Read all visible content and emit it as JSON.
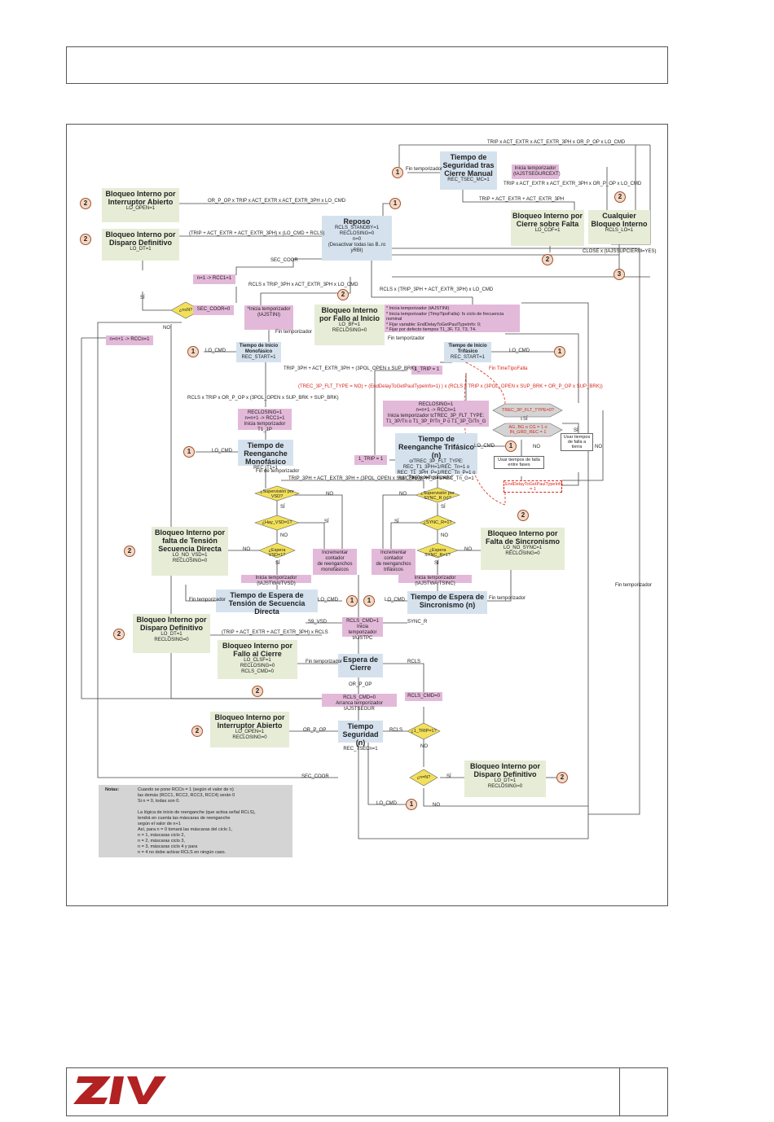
{
  "colors": {
    "green": "#e6ecd6",
    "blue": "#d5e2ee",
    "pink": "#e3b9d9",
    "grey": "#d4d4d4",
    "circle": "#f3d7c4",
    "red": "#d9261c"
  },
  "nodes": {
    "tsec_mc": {
      "title": "Tiempo de Seguridad tras Cierre Manual",
      "lines": [
        "REC_TSEC_MC=1"
      ]
    },
    "ini_tsec": {
      "lines": [
        "Inicia temporizador (tAJSTSEGURCEXT)"
      ]
    },
    "bl_int_abierto": {
      "title": "Bloqueo Interno por Interruptor Abierto",
      "lines": [
        "LO_OPEN=1"
      ]
    },
    "bl_disp_def_1": {
      "title": "Bloqueo Interno por Disparo Definitivo",
      "lines": [
        "LO_DT=1"
      ]
    },
    "reposo": {
      "title": "Reposo",
      "lines": [
        "RCLS_STANDBY=1",
        "RECLOSING=0",
        "n=0",
        "(Desactivar todas las B..ro yRBI)"
      ]
    },
    "bl_cierre_falta": {
      "title": "Bloqueo Interno por Cierre sobre Falta",
      "lines": [
        "LO_COF=1"
      ]
    },
    "cualquier_bloqueo": {
      "title": "Cualquier Bloqueo Interno",
      "lines": [
        "RCLS_LO=1"
      ]
    },
    "n1_rcc1": {
      "lines": [
        "n=1 -> RCC1=1"
      ]
    },
    "sec_coor_box": {
      "lines": [
        "SEC_COOR=0"
      ]
    },
    "ini_temp_mono": {
      "lines": [
        "*Inicia temporizador",
        "(tAJSTINI)"
      ]
    },
    "bl_fallo_inicio": {
      "title": "Bloqueo Interno por Fallo al Inicio",
      "lines": [
        "LO_BF=1",
        "RECLOSING=0"
      ]
    },
    "notes_tri": {
      "lines": [
        "* Inicia temporizador (tAJSTINI)",
        "* Inicia temporizador (TimpTipoFalla): fs ciclo de frecuencia nominal",
        "* Fijar variable: EndDelayToGetPaulTypeInfo: 0;",
        "* Fijar por defecto tiempos T1_3F, T2, T3, T4."
      ]
    },
    "nn1_rccn": {
      "lines": [
        "n=n+1 -> RCCn=1"
      ]
    },
    "t_ini_mono": {
      "title": "Tiempo de Inicio Monofásico",
      "lines": [
        "REC_START=1"
      ]
    },
    "t_ini_tri": {
      "title": "Tiempo de Inicio Trifásico",
      "lines": [
        "REC_START=1"
      ]
    },
    "one_trip_a": {
      "lines": [
        "1_TRIP = 1"
      ]
    },
    "reclosing_mono": {
      "lines": [
        "RECLOSING=1",
        "n=n+1 -> RCC1=1",
        "Inicia temporizador T1_1P"
      ]
    },
    "t_reeng_mono": {
      "title": "Tiempo de Reenganche Monofásico",
      "lines": [
        "REC_T1=1"
      ]
    },
    "reclosing_tri": {
      "lines": [
        "RECLOSING=1",
        "n=n+1 -> RCCn=1",
        "Inicia temporizador tcTREC_3P_FLT_TYPE:",
        "T1_3P/Tn o T1_3P_P/Tn_P o T1_3P_G/Tn_G"
      ]
    },
    "t_reeng_tri": {
      "title": "Tiempo de Reenganche Trifásico (n)",
      "lines": [
        "o/TREC_3P_FLT_TYPE:",
        "REC_T1_3PH=1/REC_Tn=1 o",
        "REC_T1_3PH_P=1/REC_Tn_P=1 o",
        "REC_T1_3PH_G=1/REC_Tn_G=1"
      ]
    },
    "one_trip_b": {
      "lines": [
        "1_TRIP = 1"
      ]
    },
    "bl_tension": {
      "title": "Bloqueo Interno por falta de Tensión Secuencia Directa",
      "lines": [
        "LO_NO_VSD=1",
        "RECLOSING=0"
      ]
    },
    "bl_sinc": {
      "title": "Bloqueo Interno por Falta de Sincronismo",
      "lines": [
        "LO_NO_SYNC=1",
        "RECLOSING=0"
      ]
    },
    "inc_mono": {
      "lines": [
        "Incrementar",
        "contador",
        "de reenganchos",
        "monofásicos"
      ]
    },
    "inc_tri": {
      "lines": [
        "Incrementar",
        "contador",
        "de reenganchos",
        "trifásicos"
      ]
    },
    "ini_waitvsd": {
      "lines": [
        "Inicia temporizador (tAJSTWAITVSD)"
      ]
    },
    "ini_waitsinc": {
      "lines": [
        "Inicia temporizador (tAJSTWAITSINC)"
      ]
    },
    "t_espera_vsd": {
      "title": "Tiempo de Espera de Tensión de Secuencia Directa",
      "lines": []
    },
    "t_espera_sinc": {
      "title": "Tiempo de Espera de Sincronismo (n)",
      "lines": []
    },
    "bl_disp_def_2": {
      "title": "Bloqueo Interno por Disparo Definitivo",
      "lines": [
        "LO_DT=1",
        "RECLOSING=0"
      ]
    },
    "rcls_cmd1": {
      "lines": [
        "RCLS_CMD=1",
        "Inicia temporizador",
        "tAJSTPC"
      ]
    },
    "bl_fallo_cierre": {
      "title": "Bloqueo Interno por Fallo al Cierre",
      "lines": [
        "LO_CLSF=1",
        "RECLOSING=0",
        "RCLS_CMD=0"
      ]
    },
    "espera_cierre": {
      "title": "Espera de Cierre",
      "lines": []
    },
    "rcls_cmd0_a": {
      "lines": [
        "RCLS_CMD=0",
        "Arranca temporizador tAJSTSEGUR"
      ]
    },
    "rcls_cmd0_b": {
      "lines": [
        "RCLS_CMD=0"
      ]
    },
    "bl_int_abierto_2": {
      "title": "Bloqueo Interno por Interruptor Abierto",
      "lines": [
        "LO_OPEN=1",
        "RECLOSING=0"
      ]
    },
    "t_seguridad": {
      "title": "Tiempo Seguridad (n)",
      "lines": [
        "REC_TSECn=1"
      ]
    },
    "bl_disp_def_3": {
      "title": "Bloqueo Interno por Disparo Definitivo",
      "lines": [
        "LO_DT=1",
        "RECLOSING=0"
      ]
    },
    "trec_check": {
      "lines": [
        "TREC_3P_FLT_TYPE=0?"
      ]
    },
    "ag_check": {
      "lines": [
        "AG, BG o CG = 1 o",
        "IN_GRD_REC = 1"
      ]
    },
    "usar_falla": {
      "lines": [
        "Usar tiempos de falla entre fases"
      ]
    },
    "usar_tierra": {
      "lines": [
        "Usar tiempos de falla a tierra"
      ]
    },
    "end_delay": {
      "lines": [
        "EndDelayToGetPaulTypeInfo = 1"
      ]
    }
  },
  "diamonds": {
    "n_eq_N": "¿n≤N?",
    "sup_vsd": "¿Supervisión por VSD?",
    "vsd_ok": "¿Hay_VSD=1?",
    "espera_vsd": "¿Espera VSD=1?",
    "sup_sinc": "¿Supervisión por SYNC_R (n)?",
    "sinc_ok": "¿SYNC_R=1?",
    "espera_sinc": "¿Espera SYNC_R=1?",
    "one_trip_q": "¿1_TRIP=1?",
    "n_N": "¿n=N?"
  },
  "edges": {
    "e1": "TRIP x ACT_EXTR x ACT_EXTR_3PH x OR_P_OP x LO_CMD",
    "e2": "TRIP x ACT_EXTR x ACT_EXTR_3PH x OR_P_OP x LO_CMD",
    "e3": "TRIP + ACT_EXTR + ACT_EXTR_3PH",
    "e4": "OR_P_OP x TRIP x ACT_EXTR x ACT_EXTR_3PH x LO_CMD",
    "e5": "(TRIP + ACT_EXTR + ACT_EXTR_3PH) x (LO_CMD + RCLS)",
    "e6": "SEC_COOR",
    "e7": "RCLS x TRIP_3PH x ACT_EXTR_3PH x LO_CMD",
    "e8": "RCLS x (TRIP_3PH + ACT_EXTR_3PH) x LO_CMD",
    "e9": "CLOSE x (tAJSSUPCIERM=YES)",
    "e10": "Fin temporizador",
    "e11": "TRIP_3PH + ACT_EXTR_3PH + (3POL_OPEN x SUP_BRK)",
    "e12": "RCLS x TRIP x OR_P_OP x (3POL_OPEN x SUP_BRK + SUP_BRK)",
    "e13": "(TREC_3P_FLT_TYPE = NO) + (EndDelayToGetPaulTypeInfo=1) ) x (RCLS x TRIP x (3POL_OPEN x SUP_BRK + OR_P_OP x SUP_BRK))",
    "e14": "TRIP_3PH + ACT_EXTR_3PH + (3POL_OPEN x SUP_BRK)",
    "e15": "Fin de temporizador",
    "e16": "LO_CMD",
    "e17": "S9_VSD",
    "e18": "SYNC_R",
    "e19": "(TRIP + ACT_EXTR + ACT_EXTR_3PH) x RCLS",
    "e20": "OR_P_OP",
    "e21": "RCLS",
    "e22": "SEC_COOR",
    "e23": "Fin TimeTipoFalla",
    "e24": "Fin temporizador",
    "si": "SÍ",
    "no": "NO"
  },
  "notes": {
    "title": "Notas:",
    "lines": [
      "Cuando se pone RCCn = 1 (según el valor de n)",
      "las demás (RCC1, RCC2, RCC3, RCC4) serán 0",
      "Si n = 0, todas son 0.",
      "",
      "La lógica de inicio de reenganche (que activa señal RCLS),",
      "tendrá en cuenta las máscaras de reenganche",
      "según el valor de n+1",
      "Así, para n = 0  tomará las máscaras del ciclo 1,",
      "n = 1, máscaras ciclo 2,",
      "n = 2, máscaras ciclo 3,",
      "n = 3, máscaras ciclo 4 y para",
      "n = 4 no debe activar RCLS en ningún caso."
    ]
  },
  "connectors": {
    "one": "1",
    "two": "2",
    "three": "3"
  },
  "footer": {
    "logo": "ZIV",
    "logo_icon": "ziv-logo"
  }
}
